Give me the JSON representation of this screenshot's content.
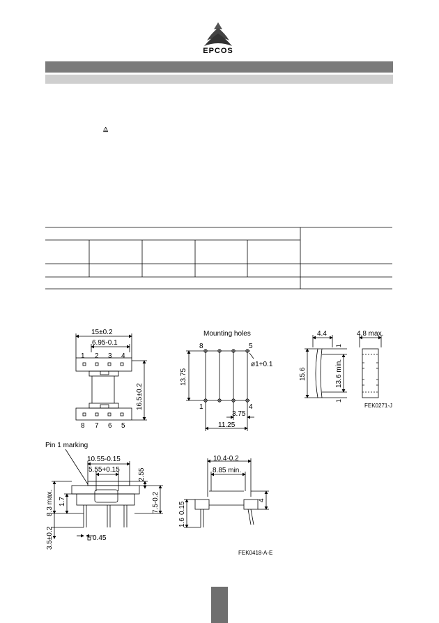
{
  "header": {
    "logo_text": "EPCOS"
  },
  "body_text": {
    "symbol": "≙"
  },
  "drawing_top": {
    "left_view": {
      "width_dim": "15±0.2",
      "pin_span_dim": "6.95-0.1",
      "height_dim": "16.5±0.2",
      "pins_top": [
        "1",
        "2",
        "3",
        "4"
      ],
      "pins_bottom": [
        "8",
        "7",
        "6",
        "5"
      ]
    },
    "middle_view": {
      "title": "Mounting holes",
      "pin_top_left": "8",
      "pin_top_right": "5",
      "pin_bottom_left": "1",
      "pin_bottom_right": "4",
      "hole_dim": "ø1+0.1",
      "vertical_dim": "13.75",
      "pitch_dim": "3.75",
      "span_dim": "11.25"
    },
    "right_view": {
      "dim_left": "4.4",
      "dim_right": "4.8 max.",
      "height_dim": "15.6",
      "inner_dim": "13.6 min.",
      "small_top": "1",
      "small_bottom": "1",
      "code": "FEK0271-J"
    }
  },
  "drawing_bottom": {
    "label_pin1": "Pin 1 marking",
    "left_view": {
      "width_dim": "10.55-0.15",
      "inner_dim": "5.55+0.15",
      "dim_255": "2.55",
      "dim_83": "8.3 max.",
      "dim_17": "1.7",
      "dim_75": "7.5-0.2",
      "dim_35": "3.5±0.2",
      "dim_045": "0.45"
    },
    "right_view": {
      "width_dim": "10.4-0.2",
      "inner_dim": "8.85 min.",
      "dim_4": "4",
      "dim_015": "0.15",
      "dim_16": "1.6",
      "code": "FEK0418-A-E"
    }
  }
}
